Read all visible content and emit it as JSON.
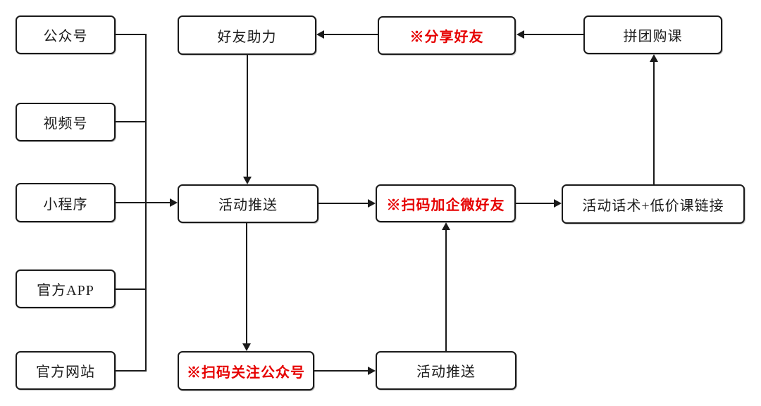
{
  "diagram": {
    "type": "flowchart",
    "background": "#ffffff",
    "line_color": "#1a1a1a",
    "accent_red": "#e60000",
    "source_nodes": [
      {
        "id": "gongzhonghao",
        "label": "公众号",
        "emphasis": false
      },
      {
        "id": "shipinhao",
        "label": "视频号",
        "emphasis": false
      },
      {
        "id": "xiaochengxu",
        "label": "小程序",
        "emphasis": false
      },
      {
        "id": "guanfang_app",
        "label": "官方APP",
        "emphasis": false
      },
      {
        "id": "guanfang_wangzhan",
        "label": "官方网站",
        "emphasis": false
      }
    ],
    "flow_nodes": [
      {
        "id": "haoyou_zhuli",
        "label": "好友助力",
        "emphasis": false
      },
      {
        "id": "fenxiang_haoyou",
        "label": "※分享好友",
        "emphasis": true
      },
      {
        "id": "pintuan_gouke",
        "label": "拼团购课",
        "emphasis": false
      },
      {
        "id": "huodong_tuisong_1",
        "label": "活动推送",
        "emphasis": false
      },
      {
        "id": "saoma_jia_qiwei",
        "label": "※扫码加企微好友",
        "emphasis": true
      },
      {
        "id": "huashu_dijiake",
        "label": "活动话术+低价课链接",
        "emphasis": false
      },
      {
        "id": "saoma_guanzhu",
        "label": "※扫码关注公众号",
        "emphasis": true
      },
      {
        "id": "huodong_tuisong_2",
        "label": "活动推送",
        "emphasis": false
      }
    ],
    "edges": [
      {
        "from": "gongzhonghao",
        "to": "trunk",
        "arrow": false
      },
      {
        "from": "shipinhao",
        "to": "trunk",
        "arrow": false
      },
      {
        "from": "xiaochengxu",
        "to": "huodong_tuisong_1",
        "arrow": true
      },
      {
        "from": "guanfang_app",
        "to": "trunk",
        "arrow": false
      },
      {
        "from": "guanfang_wangzhan",
        "to": "trunk",
        "arrow": false
      },
      {
        "from": "pintuan_gouke",
        "to": "fenxiang_haoyou",
        "arrow": true
      },
      {
        "from": "fenxiang_haoyou",
        "to": "haoyou_zhuli",
        "arrow": true
      },
      {
        "from": "haoyou_zhuli",
        "to": "huodong_tuisong_1",
        "arrow": true
      },
      {
        "from": "huodong_tuisong_1",
        "to": "saoma_jia_qiwei",
        "arrow": true
      },
      {
        "from": "saoma_jia_qiwei",
        "to": "huashu_dijiake",
        "arrow": true
      },
      {
        "from": "huashu_dijiake",
        "to": "pintuan_gouke",
        "arrow": true
      },
      {
        "from": "huodong_tuisong_1",
        "to": "saoma_guanzhu",
        "arrow": true
      },
      {
        "from": "saoma_guanzhu",
        "to": "huodong_tuisong_2",
        "arrow": true
      },
      {
        "from": "huodong_tuisong_2",
        "to": "saoma_jia_qiwei",
        "arrow": true
      }
    ]
  }
}
